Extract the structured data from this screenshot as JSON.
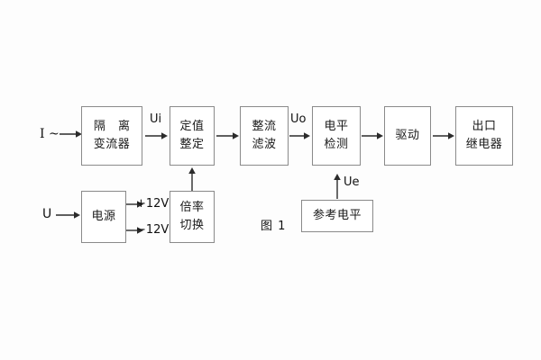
{
  "figure": {
    "caption": "图 1",
    "blocks": [
      {
        "id": "isolating-transformer",
        "lines": [
          "隔 离",
          "变流器"
        ]
      },
      {
        "id": "setting-value",
        "lines": [
          "定值",
          "整定"
        ]
      },
      {
        "id": "rectify-filter",
        "lines": [
          "整流",
          "滤波"
        ]
      },
      {
        "id": "level-detection",
        "lines": [
          "电平",
          "检测"
        ]
      },
      {
        "id": "drive",
        "lines": [
          "驱动"
        ]
      },
      {
        "id": "output-relay",
        "lines": [
          "出口",
          "继电器"
        ]
      },
      {
        "id": "power-supply",
        "lines": [
          "电源"
        ]
      },
      {
        "id": "multiplier-switch",
        "lines": [
          "倍率",
          "切换"
        ]
      },
      {
        "id": "reference-level",
        "lines": [
          "参考电平"
        ]
      }
    ],
    "signals": {
      "current_input": "I ~",
      "voltage_input": "U",
      "ui": "Ui",
      "uo": "Uo",
      "ue": "Ue",
      "rail_positive": "+12V",
      "rail_negative": "−12V"
    }
  },
  "colors": {
    "block_border": "#8a8a8a",
    "connector": "#2b2b2b",
    "text": "#1a1a1a",
    "background": "#fdfdfd"
  }
}
